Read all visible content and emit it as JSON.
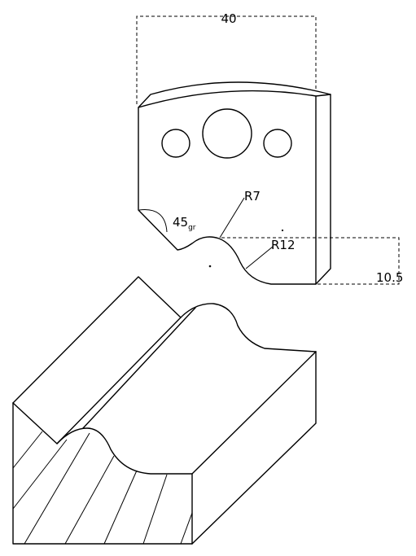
{
  "dimensions": {
    "width": "40",
    "radius_small": "R7",
    "radius_large": "R12",
    "height": "10.5",
    "angle_value": "45",
    "angle_unit": "gr"
  }
}
